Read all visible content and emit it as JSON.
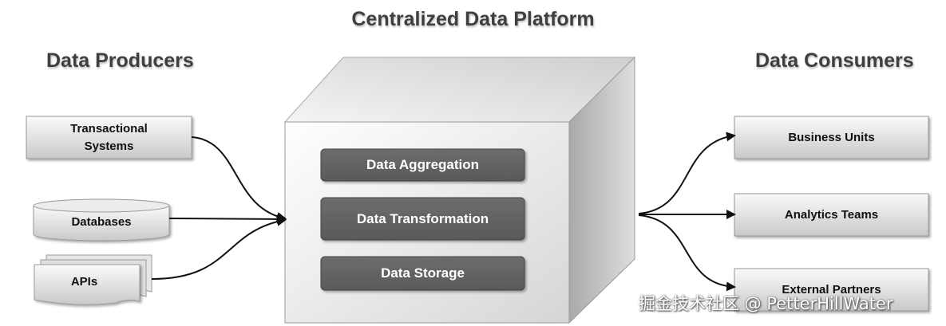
{
  "diagram": {
    "title": "Centralized Data Platform",
    "producers": {
      "heading": "Data Producers",
      "items": [
        "Transactional\nSystems",
        "Databases",
        "APIs"
      ]
    },
    "platform": {
      "processes": [
        "Data Aggregation",
        "Data Transformation",
        "Data Storage"
      ]
    },
    "consumers": {
      "heading": "Data Consumers",
      "items": [
        "Business Units",
        "Analytics Teams",
        "External Partners"
      ]
    },
    "watermark": "掘金技术社区 @ PetterHillWater",
    "colors": {
      "title_text": "#3f3f3f",
      "process_box": "#666666",
      "box_fill_top": "#ffffff",
      "box_fill_bottom": "#cfcfcf",
      "arrow": "#111111"
    }
  }
}
